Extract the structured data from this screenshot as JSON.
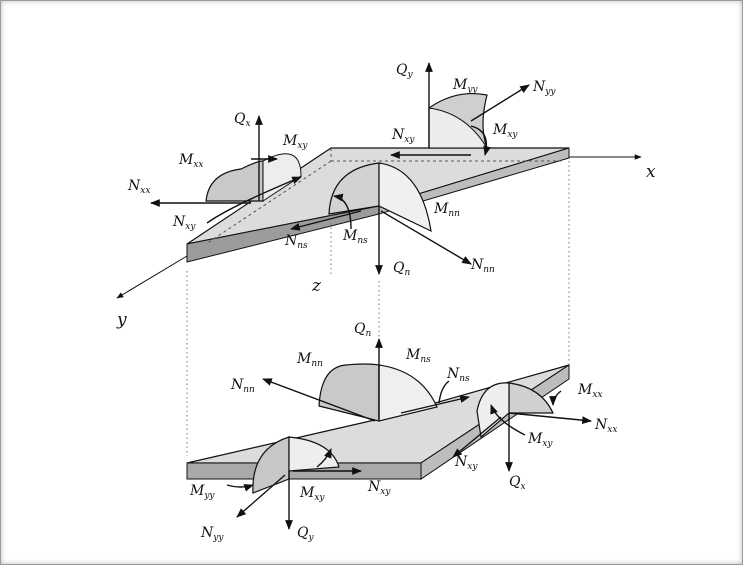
{
  "axes": {
    "x": "x",
    "y": "y",
    "z": "z"
  },
  "top_labels": {
    "Qy": {
      "main": "Q",
      "sub": "y"
    },
    "Myy": {
      "main": "M",
      "sub": "yy"
    },
    "Nyy": {
      "main": "N",
      "sub": "yy"
    },
    "Qx": {
      "main": "Q",
      "sub": "x"
    },
    "Mxy_left": {
      "main": "M",
      "sub": "xy"
    },
    "Mxy_right": {
      "main": "M",
      "sub": "xy"
    },
    "Nxy_right": {
      "main": "N",
      "sub": "xy"
    },
    "Mxx": {
      "main": "M",
      "sub": "xx"
    },
    "Nxx": {
      "main": "N",
      "sub": "xx"
    },
    "Nxy_left": {
      "main": "N",
      "sub": "xy"
    },
    "Mnn": {
      "main": "M",
      "sub": "nn"
    },
    "Nns": {
      "main": "N",
      "sub": "ns"
    },
    "Mns": {
      "main": "M",
      "sub": "ns"
    },
    "Qn": {
      "main": "Q",
      "sub": "n"
    },
    "Nnn": {
      "main": "N",
      "sub": "nn"
    }
  },
  "bottom_labels": {
    "Qn": {
      "main": "Q",
      "sub": "n"
    },
    "Mnn": {
      "main": "M",
      "sub": "nn"
    },
    "Mns": {
      "main": "M",
      "sub": "ns"
    },
    "Nns": {
      "main": "N",
      "sub": "ns"
    },
    "Nnn": {
      "main": "N",
      "sub": "nn"
    },
    "Mxx": {
      "main": "M",
      "sub": "xx"
    },
    "Nxx": {
      "main": "N",
      "sub": "xx"
    },
    "Mxy_right": {
      "main": "M",
      "sub": "xy"
    },
    "Nxy_right": {
      "main": "N",
      "sub": "xy"
    },
    "Qx": {
      "main": "Q",
      "sub": "x"
    },
    "Myy": {
      "main": "M",
      "sub": "yy"
    },
    "Mxy_left": {
      "main": "M",
      "sub": "xy"
    },
    "Nxy_left": {
      "main": "N",
      "sub": "xy"
    },
    "Nyy": {
      "main": "N",
      "sub": "yy"
    },
    "Qy": {
      "main": "Q",
      "sub": "y"
    }
  }
}
